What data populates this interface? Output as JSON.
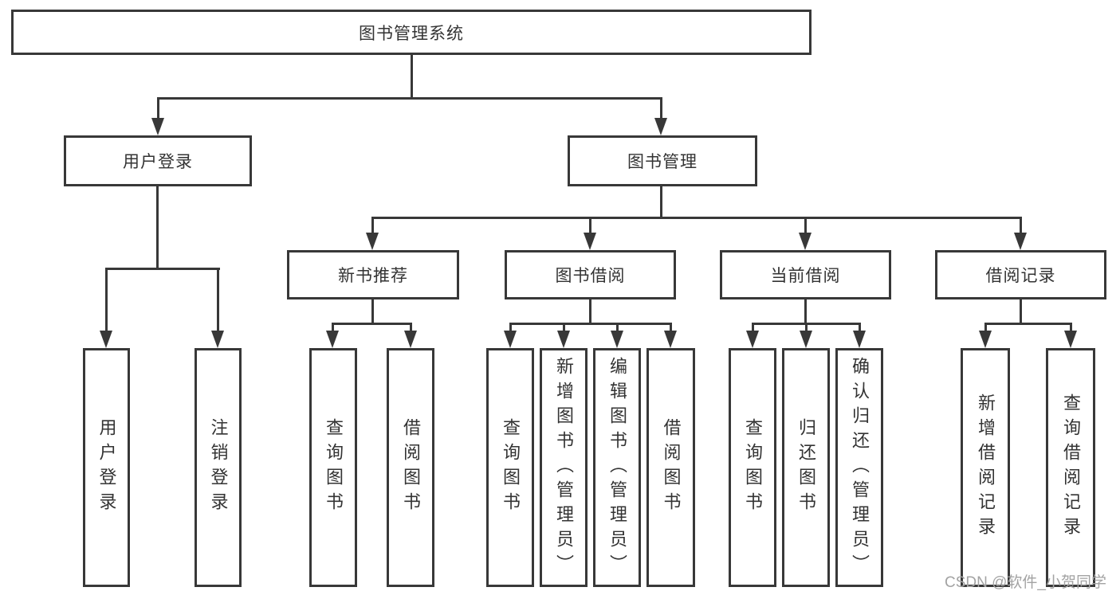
{
  "tree": {
    "root": "图书管理系统",
    "branches": [
      {
        "label": "用户登录",
        "leaves": [
          "用户登录",
          "注销登录"
        ]
      },
      {
        "label": "图书管理",
        "groups": [
          {
            "label": "新书推荐",
            "leaves": [
              "查询图书",
              "借阅图书"
            ]
          },
          {
            "label": "图书借阅",
            "leaves": [
              "查询图书",
              "新增图书（管理员）",
              "编辑图书（管理员）",
              "借阅图书"
            ]
          },
          {
            "label": "当前借阅",
            "leaves": [
              "查询图书",
              "归还图书",
              "确认归还（管理员）"
            ]
          },
          {
            "label": "借阅记录",
            "leaves": [
              "新增借阅记录",
              "查询借阅记录"
            ]
          }
        ]
      }
    ]
  },
  "watermark": {
    "text": "CSDN @软件_小贺同学"
  },
  "colors": {
    "line": "#383838",
    "box_background": "#ffffff",
    "text": "#333333",
    "watermark": "#a3a3a3",
    "page_background": "#ffffff"
  }
}
